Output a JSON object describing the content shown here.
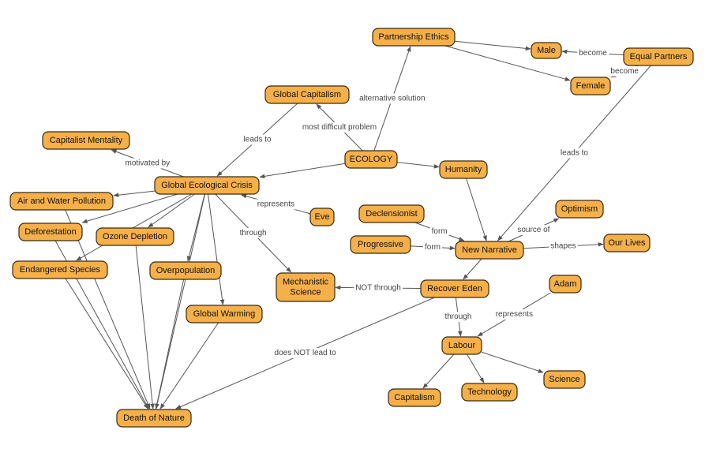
{
  "nodes": {
    "partnership": {
      "label": "Partnership  Ethics"
    },
    "male": {
      "label": "Male"
    },
    "equal": {
      "label": "Equal  Partners"
    },
    "female": {
      "label": "Female"
    },
    "globalcap": {
      "label": "Global  Capitalism"
    },
    "capmentality": {
      "label": "Capitalist  Mentality"
    },
    "ecology": {
      "label": "ECOLOGY"
    },
    "humanity": {
      "label": "Humanity"
    },
    "crisis": {
      "label": "Global  Ecological  Crisis"
    },
    "airwater": {
      "label": "Air and Water Pollution"
    },
    "deforest": {
      "label": "Deforestation"
    },
    "ozone": {
      "label": "Ozone  Depletion"
    },
    "endangered": {
      "label": "Endangered  Species"
    },
    "overpop": {
      "label": "Overpopulation"
    },
    "warming": {
      "label": "Global  Warming"
    },
    "eve": {
      "label": "Eve"
    },
    "mech": {
      "label": [
        "Mechanistic",
        "Science"
      ]
    },
    "declension": {
      "label": "Declensionist"
    },
    "progressive": {
      "label": "Progressive"
    },
    "narrative": {
      "label": "New  Narrative"
    },
    "optimism": {
      "label": "Optimism"
    },
    "lives": {
      "label": "Our Lives"
    },
    "eden": {
      "label": "Recover  Eden"
    },
    "adam": {
      "label": "Adam"
    },
    "labour": {
      "label": "Labour"
    },
    "science": {
      "label": "Science"
    },
    "technology": {
      "label": "Technology"
    },
    "capitalism": {
      "label": "Capitalism"
    },
    "death": {
      "label": "Death of Nature"
    }
  },
  "edges": [
    {
      "from": "ecology",
      "to": "partnership",
      "label": "alternative solution"
    },
    {
      "from": "partnership",
      "to": "male",
      "label": ""
    },
    {
      "from": "partnership",
      "to": "female",
      "label": ""
    },
    {
      "from": "equal",
      "to": "male",
      "label": "become"
    },
    {
      "from": "equal",
      "to": "female",
      "label": "become"
    },
    {
      "from": "equal",
      "to": "narrative",
      "label": "leads to"
    },
    {
      "from": "ecology",
      "to": "globalcap",
      "label": "most difficult problem"
    },
    {
      "from": "ecology",
      "to": "humanity",
      "label": ""
    },
    {
      "from": "ecology",
      "to": "crisis",
      "label": ""
    },
    {
      "from": "globalcap",
      "to": "crisis",
      "label": "leads to"
    },
    {
      "from": "crisis",
      "to": "capmentality",
      "label": "motivated by"
    },
    {
      "from": "eve",
      "to": "crisis",
      "label": "represents"
    },
    {
      "from": "crisis",
      "to": "mech",
      "label": "through"
    },
    {
      "from": "crisis",
      "to": "airwater",
      "label": ""
    },
    {
      "from": "crisis",
      "to": "deforest",
      "label": ""
    },
    {
      "from": "crisis",
      "to": "ozone",
      "label": ""
    },
    {
      "from": "crisis",
      "to": "endangered",
      "label": ""
    },
    {
      "from": "crisis",
      "to": "overpop",
      "label": ""
    },
    {
      "from": "crisis",
      "to": "warming",
      "label": ""
    },
    {
      "from": "humanity",
      "to": "narrative",
      "label": ""
    },
    {
      "from": "declension",
      "to": "narrative",
      "label": "form"
    },
    {
      "from": "progressive",
      "to": "narrative",
      "label": "form"
    },
    {
      "from": "narrative",
      "to": "optimism",
      "label": "source of"
    },
    {
      "from": "narrative",
      "to": "lives",
      "label": "shapes"
    },
    {
      "from": "narrative",
      "to": "eden",
      "label": ""
    },
    {
      "from": "eden",
      "to": "mech",
      "label": "NOT through"
    },
    {
      "from": "eden",
      "to": "labour",
      "label": "through"
    },
    {
      "from": "eden",
      "to": "death",
      "label": "does NOT lead to"
    },
    {
      "from": "adam",
      "to": "labour",
      "label": "represents"
    },
    {
      "from": "labour",
      "to": "science",
      "label": ""
    },
    {
      "from": "labour",
      "to": "technology",
      "label": ""
    },
    {
      "from": "labour",
      "to": "capitalism",
      "label": ""
    },
    {
      "from": "airwater",
      "to": "death",
      "label": ""
    },
    {
      "from": "deforest",
      "to": "death",
      "label": ""
    },
    {
      "from": "ozone",
      "to": "death",
      "label": ""
    },
    {
      "from": "endangered",
      "to": "death",
      "label": ""
    },
    {
      "from": "overpop",
      "to": "death",
      "label": ""
    },
    {
      "from": "warming",
      "to": "death",
      "label": ""
    },
    {
      "from": "crisis",
      "to": "death",
      "label": ""
    }
  ],
  "colors": {
    "node_fill": "#f5b04a",
    "node_border": "#3a2a10",
    "edge": "#555555",
    "edge_label": "#444444"
  }
}
